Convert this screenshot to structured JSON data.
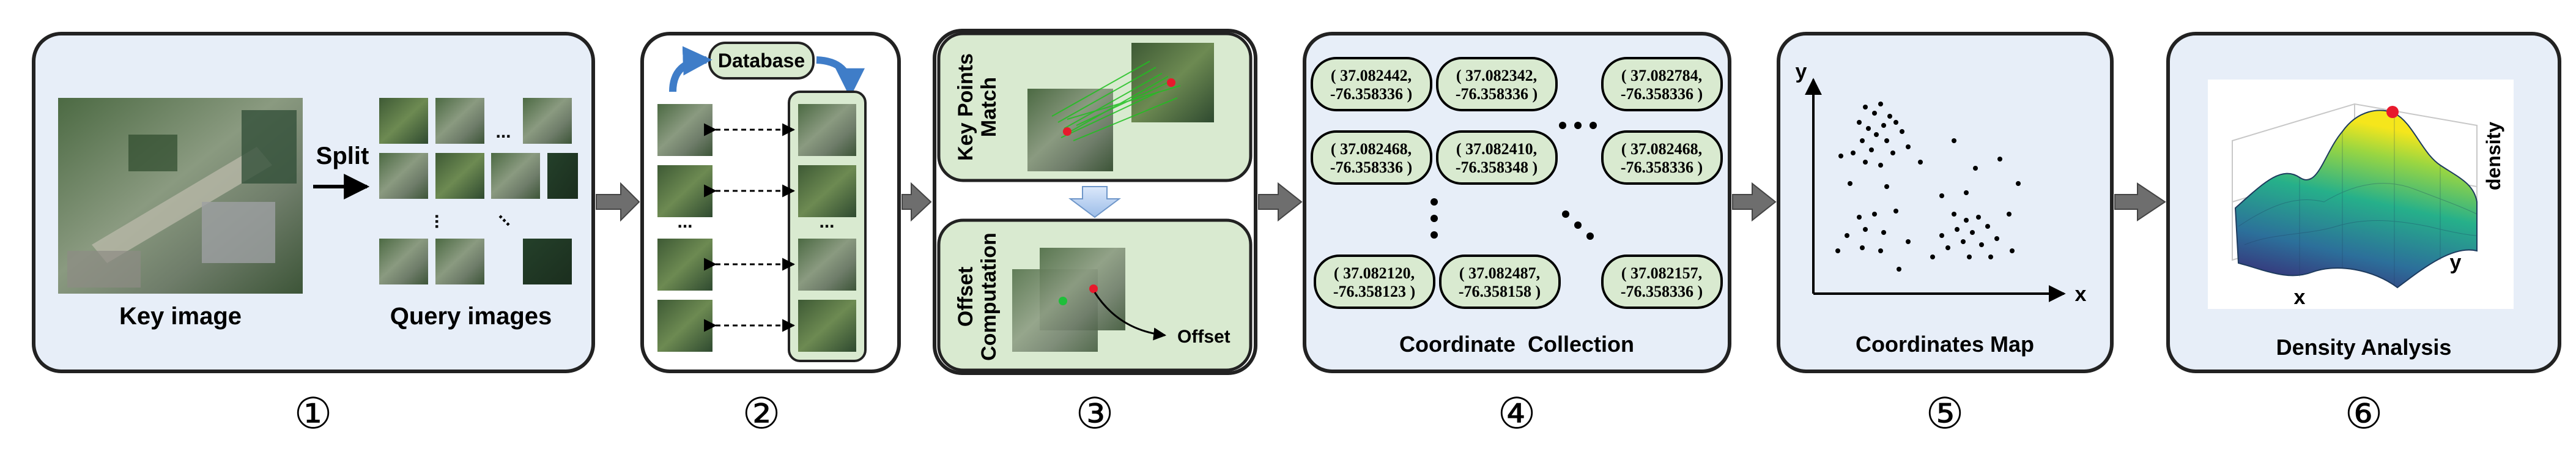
{
  "stages": [
    {
      "number": "①",
      "key_image_label": "Key image",
      "split_label": "Split",
      "query_images_label": "Query images",
      "ellipsis": "..."
    },
    {
      "number": "②",
      "database_label": "Database",
      "ellipsis": "..."
    },
    {
      "number": "③",
      "match_title_line1": "Key Points",
      "match_title_line2": "Match",
      "offset_title_line1": "Offset",
      "offset_title_line2": "Computation",
      "offset_label": "Offset"
    },
    {
      "number": "④",
      "caption": "Coordinate  Collection",
      "coordinates": [
        {
          "lat": "( 37.082442,",
          "lon": "-76.358336 )"
        },
        {
          "lat": "( 37.082342,",
          "lon": "-76.358336 )"
        },
        {
          "lat": "( 37.082784,",
          "lon": "-76.358336 )"
        },
        {
          "lat": "( 37.082468,",
          "lon": "-76.358336 )"
        },
        {
          "lat": "( 37.082410,",
          "lon": "-76.358348 )"
        },
        {
          "lat": "( 37.082468,",
          "lon": "-76.358336 )"
        },
        {
          "lat": "( 37.082120,",
          "lon": "-76.358123 )"
        },
        {
          "lat": "( 37.082487,",
          "lon": "-76.358158 )"
        },
        {
          "lat": "( 37.082157,",
          "lon": "-76.358336 )"
        }
      ]
    },
    {
      "number": "⑤",
      "caption": "Coordinates Map",
      "x_axis": "x",
      "y_axis": "y"
    },
    {
      "number": "⑥",
      "caption": "Density Analysis",
      "x_axis": "x",
      "y_axis": "y",
      "z_axis": "density"
    }
  ],
  "colors": {
    "panel_fill": "#e7eef8",
    "panel_stroke": "#222222",
    "group_fill": "#d9ead0",
    "arrow_fill": "#6e6e6e",
    "peak_marker": "#e8192c"
  }
}
